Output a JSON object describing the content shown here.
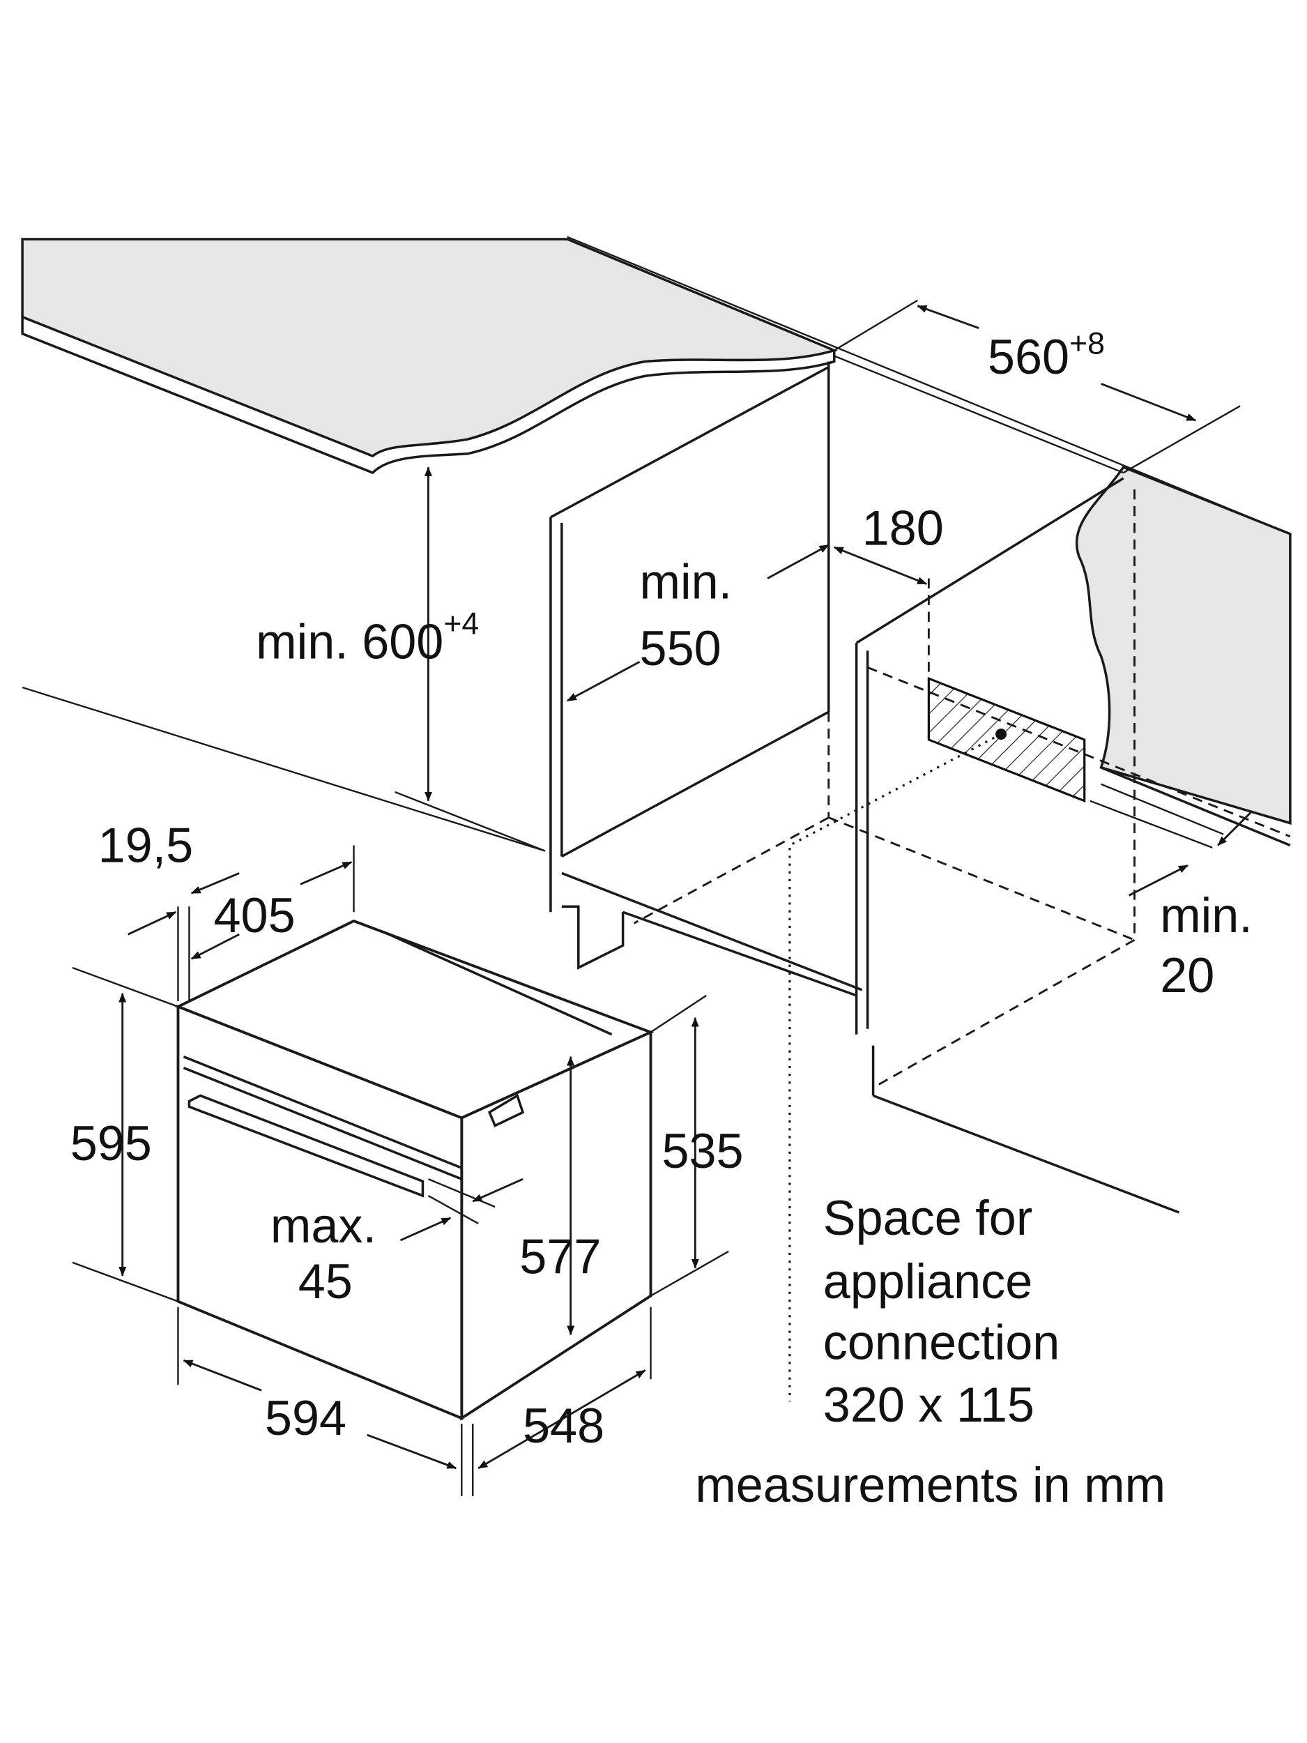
{
  "dimensions": {
    "cutout_depth": {
      "value": "560",
      "tolerance": "+8"
    },
    "connection_offset": "180",
    "min_550": {
      "prefix": "min.",
      "value": "550"
    },
    "min_600": {
      "text": "min. 600",
      "tolerance": "+4"
    },
    "front_offset": "19,5",
    "depth_405": "405",
    "height_595": "595",
    "height_535": "535",
    "max_45": {
      "prefix": "max.",
      "value": "45"
    },
    "height_577": "577",
    "width_594": "594",
    "depth_548": "548",
    "min_20": {
      "prefix": "min.",
      "value": "20"
    }
  },
  "connection_note": [
    "Space for",
    "appliance",
    "connection",
    "320 x 115"
  ],
  "units_note": "measurements in mm"
}
